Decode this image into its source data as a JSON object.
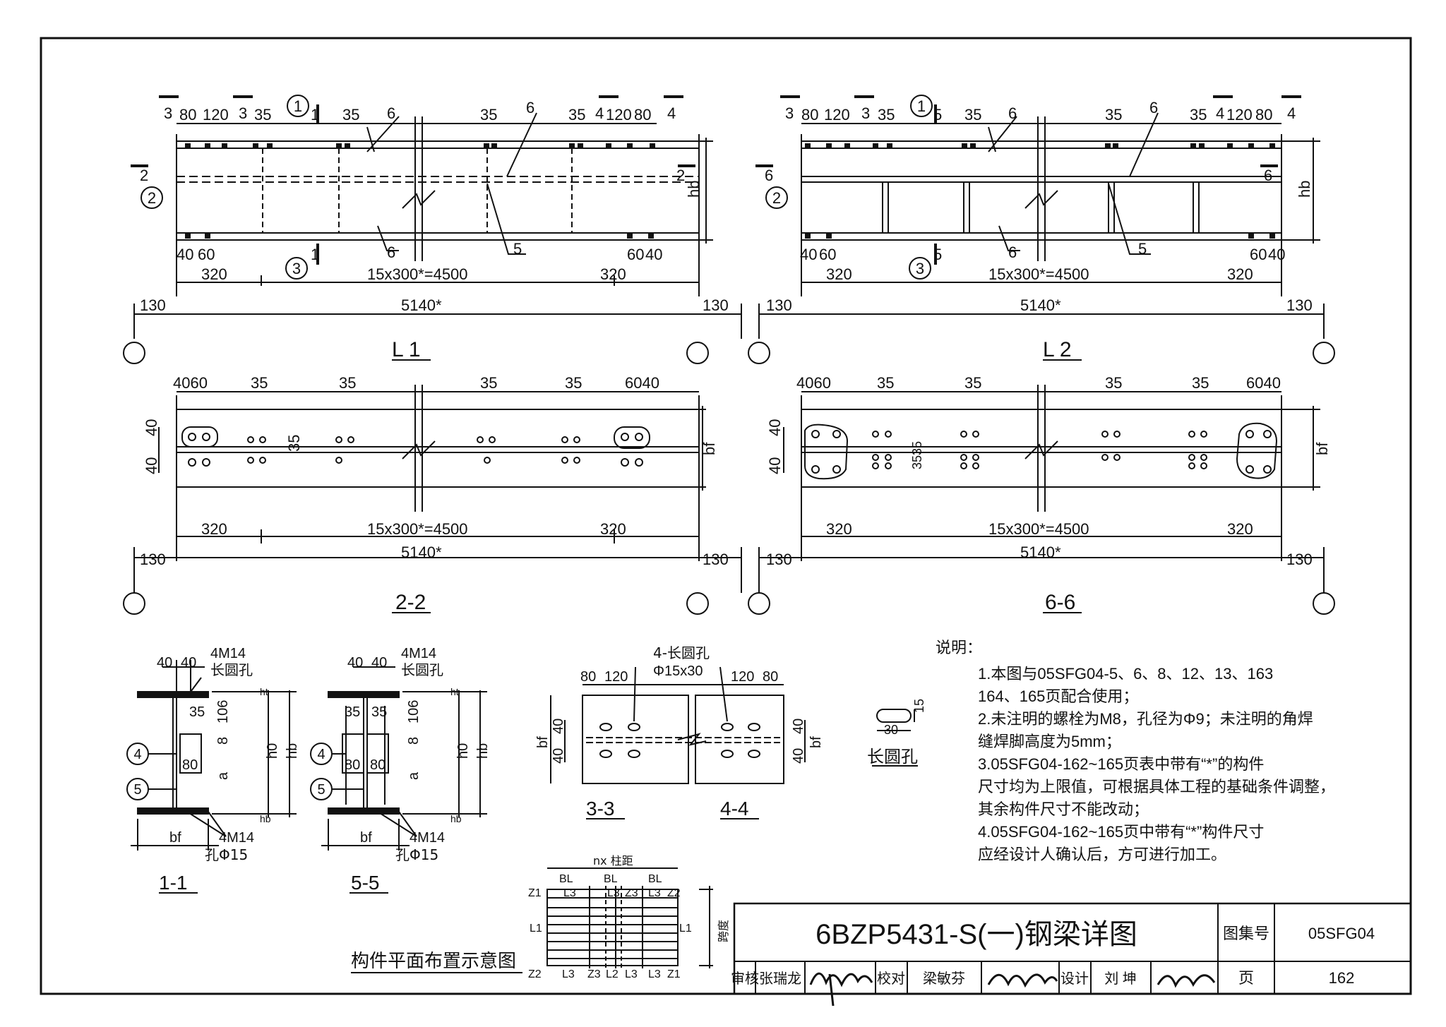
{
  "l1": {
    "title": "L 1",
    "top_dims": {
      "a": "80",
      "b": "120",
      "c": "35",
      "d": "35",
      "e": "35",
      "f": "35",
      "g": "120",
      "h": "80"
    },
    "bot_dims": {
      "a": "40",
      "b": "60",
      "c": "60",
      "d": "40"
    },
    "sec_marks": {
      "left3": "3",
      "mid3": "3",
      "left4": "4",
      "right4": "4",
      "s1a": "1",
      "s1b": "1",
      "s2l": "2",
      "s2r": "2",
      "w6a": "6",
      "w6b": "6",
      "w6c": "6",
      "w5": "5"
    },
    "bubbles": {
      "b1": "1",
      "b2": "2",
      "b3": "3"
    },
    "hb": "hb",
    "span": {
      "end_left": "320",
      "middle": "15x300*=4500",
      "end_right": "320",
      "total": "5140*",
      "ext_left": "130",
      "ext_right": "130"
    }
  },
  "l2": {
    "title": "L 2",
    "top_dims": {
      "a": "80",
      "b": "120",
      "c": "35",
      "d": "35",
      "e": "35",
      "f": "35",
      "g": "120",
      "h": "80"
    },
    "bot_dims": {
      "a": "40",
      "b": "60",
      "c": "60",
      "d": "40"
    },
    "sec_marks": {
      "left3": "3",
      "mid3": "3",
      "left4": "4",
      "right4": "4",
      "s5a": "5",
      "s5b": "5",
      "s6l": "6",
      "s6r": "6",
      "w6a": "6",
      "w6b": "6",
      "w6c": "6",
      "w5": "5"
    },
    "bubbles": {
      "b1": "1",
      "b2": "2",
      "b3": "3"
    },
    "hb": "hb",
    "span": {
      "end_left": "320",
      "middle": "15x300*=4500",
      "end_right": "320",
      "total": "5140*",
      "ext_left": "130",
      "ext_right": "130"
    }
  },
  "s22": {
    "title": "2-2",
    "top_dims": {
      "a": "4060",
      "b": "35",
      "c": "35",
      "d": "35",
      "e": "35",
      "f": "6040"
    },
    "side": {
      "a": "40",
      "b": "40",
      "c": "35"
    },
    "bf": "bf",
    "span": {
      "end_left": "320",
      "middle": "15x300*=4500",
      "end_right": "320",
      "total": "5140*",
      "ext_left": "130",
      "ext_right": "130"
    }
  },
  "s66": {
    "title": "6-6",
    "top_dims": {
      "a": "4060",
      "b": "35",
      "c": "35",
      "d": "35",
      "e": "35",
      "f": "6040"
    },
    "side": {
      "a": "40",
      "b": "40",
      "c": "3535"
    },
    "bf": "bf",
    "span": {
      "end_left": "320",
      "middle": "15x300*=4500",
      "end_right": "320",
      "total": "5140*",
      "ext_left": "130",
      "ext_right": "130"
    }
  },
  "s11": {
    "title": "1-1",
    "d1": "40",
    "d2": "40",
    "bolt": "4M14",
    "slot": "长圆孔",
    "d35": "35",
    "d106": "106",
    "d8": "8",
    "a": "a",
    "d80": "80",
    "h0": "h0",
    "hb": "hb",
    "ht": "ht",
    "hb2": "hb",
    "bf": "bf",
    "bolt2": "4M14",
    "hole": "孔Φ15",
    "b4": "4",
    "b5": "5"
  },
  "s55": {
    "title": "5-5",
    "d1": "40",
    "d2": "40",
    "bolt": "4M14",
    "slot": "长圆孔",
    "d35a": "35",
    "d35b": "35",
    "d106": "106",
    "d8": "8",
    "a": "a",
    "d80a": "80",
    "d80b": "80",
    "h0": "h0",
    "hb": "hb",
    "ht": "ht",
    "hb2": "hb",
    "bf": "bf",
    "bolt2": "4M14",
    "hole": "孔Φ15",
    "b4": "4",
    "b5": "5"
  },
  "s33": {
    "title": "3-3",
    "title2": "4-4",
    "note": "4-长圆孔",
    "hole": "Φ15x30",
    "l1": "80",
    "l2": "120",
    "r1": "120",
    "r2": "80",
    "bf": "bf",
    "bf2": "bf",
    "v1": "40",
    "v2": "40",
    "v3": "40",
    "v4": "40"
  },
  "slot": {
    "title": "长圆孔",
    "w": "30",
    "h": "15"
  },
  "layout": {
    "title": "构件平面布置示意图",
    "ncol": "nx 柱距",
    "labels": {
      "z1": "Z1",
      "z2": "Z2",
      "z3": "Z3",
      "z2b": "Z2",
      "z3b": "Z3",
      "z1b": "Z1",
      "l1": "L1",
      "l1r": "L1",
      "bl1": "BL",
      "bl2": "BL",
      "bl3": "BL",
      "l3a": "L3",
      "l3b": "L3",
      "l3c": "L3",
      "l3d": "L3",
      "l3e": "L3",
      "l3f": "L3",
      "l2": "L2",
      "span": "跨度"
    }
  },
  "notes": {
    "title": "说明：",
    "items": [
      "1.本图与05SFG04-5、6、8、12、13、163",
      "   164、165页配合使用；",
      "2.未注明的螺栓为M8，孔径为Φ9；未注明的角焊",
      "   缝焊脚高度为5mm；",
      "3.05SFG04-162~165页表中带有“*”的构件",
      "   尺寸均为上限值，可根据具体工程的基础条件调整，",
      "   其余构件尺寸不能改动；",
      "4.05SFG04-162~165页中带有“*”构件尺寸",
      "   应经设计人确认后，方可进行加工。"
    ]
  },
  "title_block": {
    "drawing_title": "6BZP5431-S(一)钢梁详图",
    "atlas_label": "图集号",
    "atlas_no": "05SFG04",
    "page_label": "页",
    "page_no": "162",
    "review_label": "审核",
    "reviewer": "张瑞龙",
    "check_label": "校对",
    "checker": "梁敏芬",
    "design_label": "设计",
    "designer": "刘 坤"
  }
}
